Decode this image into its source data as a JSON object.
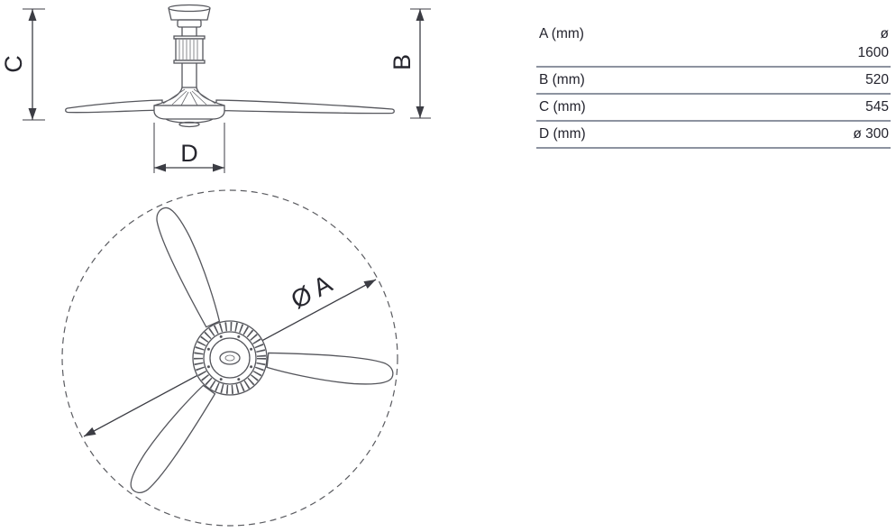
{
  "colors": {
    "drawing_line": "#55565c",
    "dimension_line": "#3c3d44",
    "text": "#23232d",
    "table_rule": "#8d93a0"
  },
  "side_view": {
    "label_c": "C",
    "label_b": "B",
    "label_d": "D"
  },
  "top_view": {
    "label_diameter": "Ø A"
  },
  "table": {
    "rows": [
      {
        "label": "A (mm)",
        "value": "ø\n1600"
      },
      {
        "label": "B (mm)",
        "value": "520"
      },
      {
        "label": "C (mm)",
        "value": "545"
      },
      {
        "label": "D (mm)",
        "value": "ø 300"
      }
    ]
  }
}
